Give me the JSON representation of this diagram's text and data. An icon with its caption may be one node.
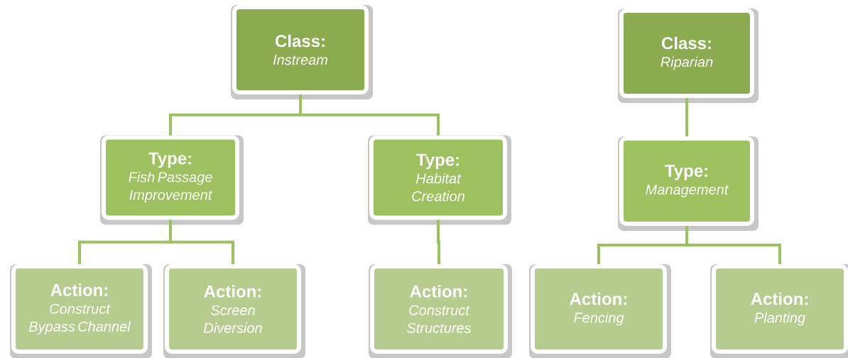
{
  "diagram": {
    "nodes": [
      {
        "text": [
          "Class:",
          "Instream"
        ]
      },
      {
        "text": [
          "Type:",
          "Fish Passage Improvement"
        ]
      },
      {
        "text": [
          "Type:",
          "Habitat Creation"
        ]
      },
      {
        "text": [
          "Action:",
          "Construct Bypass Channel"
        ]
      },
      {
        "text": [
          "Action:",
          "Screen Diversion"
        ]
      },
      {
        "text": [
          "Action:",
          "Construct Structures"
        ]
      },
      {
        "text": [
          "Class:",
          "Riparian"
        ]
      },
      {
        "text": [
          "Type:",
          "Management"
        ]
      },
      {
        "text": [
          "Action:",
          "Fencing"
        ]
      },
      {
        "text": [
          "Action:",
          "Planting"
        ]
      }
    ],
    "edges": [
      {
        "from": 0,
        "to": 1,
        "arrow": "none"
      },
      {
        "from": 0,
        "to": 2,
        "arrow": "none"
      },
      {
        "from": 1,
        "to": 3,
        "arrow": "none"
      },
      {
        "from": 1,
        "to": 4,
        "arrow": "none"
      },
      {
        "from": 2,
        "to": 5,
        "arrow": "none"
      },
      {
        "from": 6,
        "to": 7,
        "arrow": "none"
      },
      {
        "from": 7,
        "to": 8,
        "arrow": "none"
      },
      {
        "from": 7,
        "to": 9,
        "arrow": "none"
      }
    ]
  }
}
